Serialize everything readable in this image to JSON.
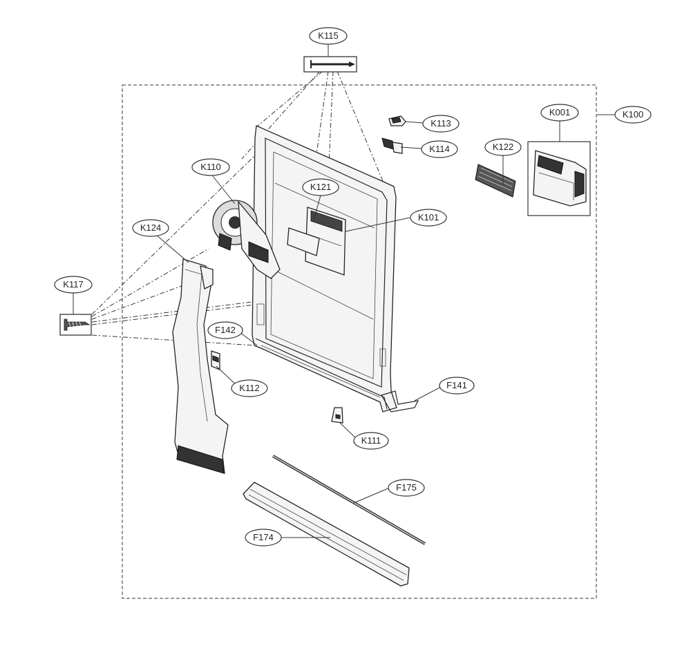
{
  "diagram": {
    "callouts": [
      {
        "id": "K115",
        "label": "K115"
      },
      {
        "id": "K100",
        "label": "K100"
      },
      {
        "id": "K001",
        "label": "K001"
      },
      {
        "id": "K113",
        "label": "K113"
      },
      {
        "id": "K114",
        "label": "K114"
      },
      {
        "id": "K122",
        "label": "K122"
      },
      {
        "id": "K110",
        "label": "K110"
      },
      {
        "id": "K121",
        "label": "K121"
      },
      {
        "id": "K101",
        "label": "K101"
      },
      {
        "id": "K124",
        "label": "K124"
      },
      {
        "id": "K117",
        "label": "K117"
      },
      {
        "id": "F142",
        "label": "F142"
      },
      {
        "id": "K112",
        "label": "K112"
      },
      {
        "id": "F141",
        "label": "F141"
      },
      {
        "id": "K111",
        "label": "K111"
      },
      {
        "id": "F175",
        "label": "F175"
      },
      {
        "id": "F174",
        "label": "F174"
      }
    ]
  }
}
